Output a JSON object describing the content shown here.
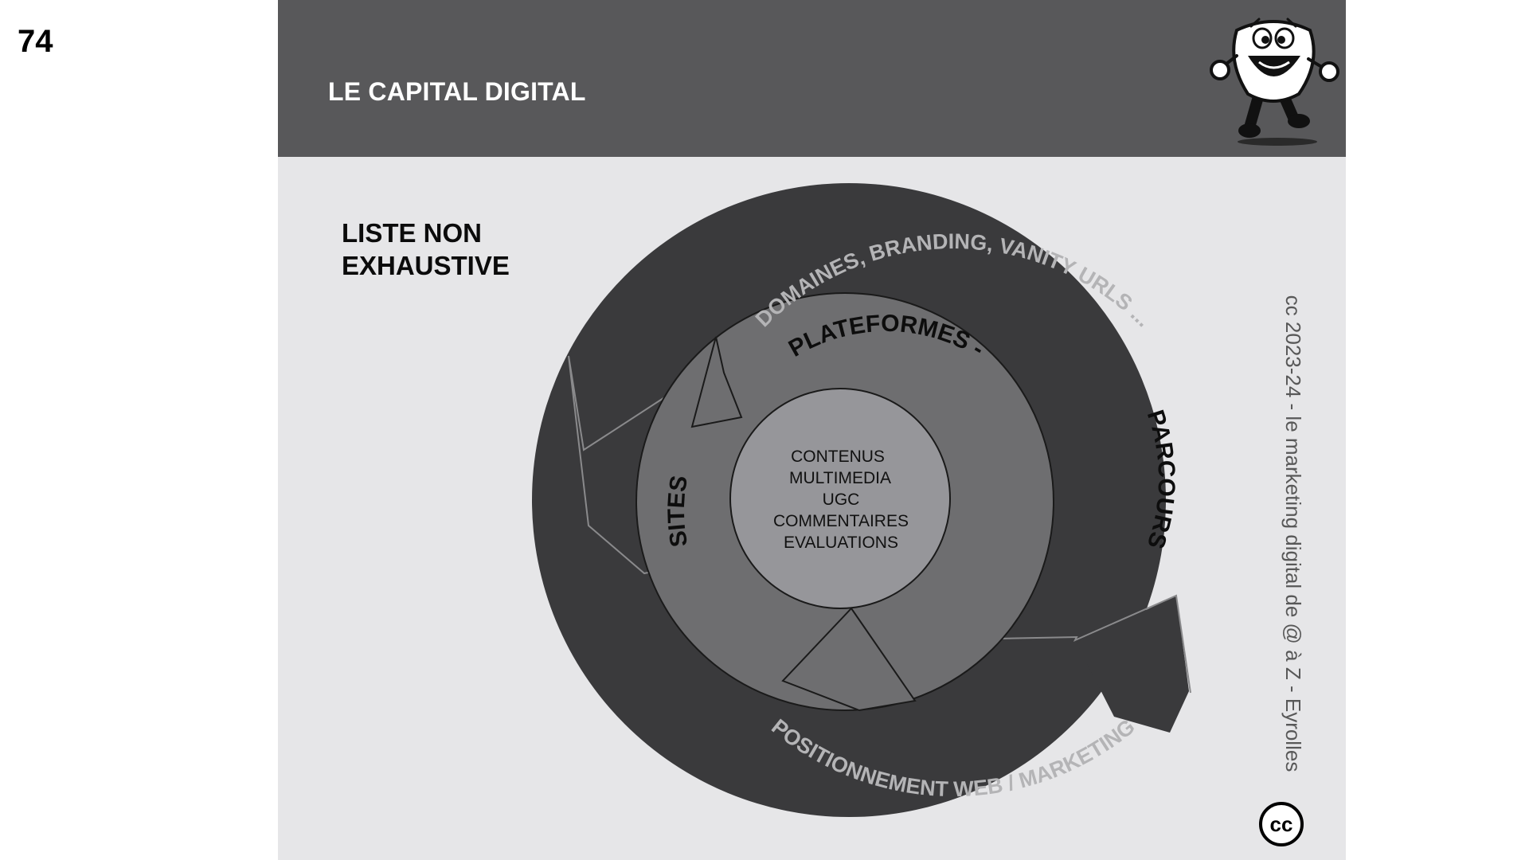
{
  "page_number": "74",
  "header": {
    "title": "LE CAPITAL DIGITAL"
  },
  "note": {
    "lines": [
      "LISTE NON",
      "EXHAUSTIVE"
    ]
  },
  "diagram": {
    "outer_ring": {
      "top_label": "DOMAINES, BRANDING, VANITY URLS ...",
      "bottom_label": "POSITIONNEMENT WEB / MARKETING",
      "color": "#3a3a3c"
    },
    "middle_ring": {
      "top_label": "PLATEFORMES -",
      "right_label": "PARCOURS",
      "left_label": "SITES",
      "color": "#6e6e70"
    },
    "center": {
      "lines": [
        "CONTENUS",
        "MULTIMEDIA",
        "UGC",
        "COMMENTAIRES",
        "EVALUATIONS"
      ],
      "color": "#96969a"
    }
  },
  "credit": "cc 2023-24  - le marketing digital de @ à Z - Eyrolles",
  "license_badge": "cc",
  "colors": {
    "header_bg": "#58585a",
    "slide_bg": "#e6e6e8",
    "outer_text": "#b4b4b6",
    "credit_text": "#585858"
  },
  "icons": [
    "mascot-icon",
    "creative-commons-icon"
  ]
}
